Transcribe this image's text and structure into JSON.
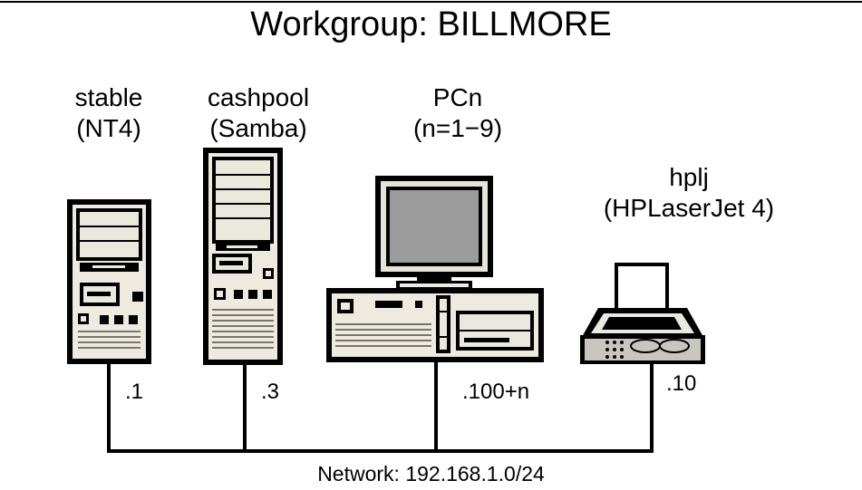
{
  "title": "Workgroup: BILLMORE",
  "devices": [
    {
      "name": "stable",
      "detail": "(NT4)",
      "address": ".1",
      "icon": "tower-computer-icon"
    },
    {
      "name": "cashpool",
      "detail": "(Samba)",
      "address": ".3",
      "icon": "tower-computer-icon"
    },
    {
      "name": "PCn",
      "detail": "(n=1−9)",
      "address": ".100+n",
      "icon": "desktop-computer-icon"
    },
    {
      "name": "hplj",
      "detail": "(HPLaserJet 4)",
      "address": ".10",
      "icon": "printer-icon"
    }
  ],
  "network": "Network: 192.168.1.0/24",
  "colors": {
    "line": "#000000",
    "case": "#eeeae0",
    "screen": "#ebe9dd",
    "monitor": "#9c9c9c"
  }
}
